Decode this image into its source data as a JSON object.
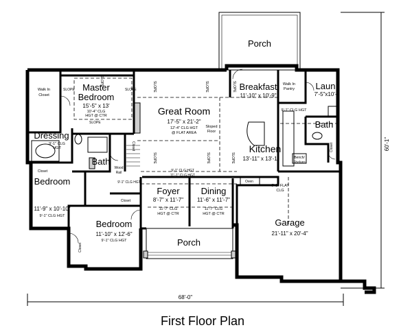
{
  "title": "First Floor Plan",
  "overall_width": "68'-0\"",
  "overall_depth": "60'-1\"",
  "rooms": {
    "porch_rear": {
      "name": "Porch"
    },
    "breakfast": {
      "name": "Breakfast",
      "size": "11'-10\" x 10'-9\""
    },
    "laundry": {
      "name": "Laun",
      "size": "7'-5\"x10'-"
    },
    "master": {
      "name_1": "Master",
      "name_2": "Bedroom",
      "size": "15'-5\" x 13'",
      "note_1": "10'-4\" CLG",
      "note_2": "HGT @ CTR"
    },
    "great_room": {
      "name": "Great Room",
      "size": "17'-5\" x 21'-2\"",
      "note_1": "12'-4\" CLG HGT",
      "note_2": "@ FLAT AREA",
      "sloped_1": "Sloped",
      "sloped_2": "Floor"
    },
    "dressing": {
      "name": "Dressing",
      "note_1": "9'-1\" CLG",
      "note_2": "HGT"
    },
    "bath_master": {
      "name": "Bath"
    },
    "bath_laundry": {
      "name": "Bath"
    },
    "kitchen": {
      "name": "Kitchen",
      "size": "13'-11\" x 13'-1\"",
      "note": "9'-1\" CLG HGT"
    },
    "bedroom_2": {
      "name": "Bedroom",
      "size": "11'-9\" x 10'-10\"",
      "note": "9'-1\" CLG HGT"
    },
    "bedroom_3": {
      "name": "Bedroom",
      "size": "11'-10\" x 12'-6\"",
      "note": "9'-1\" CLG HGT"
    },
    "foyer": {
      "name": "Foyer",
      "size": "8'-7\" x 11'-7\"",
      "note_1": "11'-7\" CLG",
      "note_2": "HGT @ CTR"
    },
    "dining": {
      "name": "Dining",
      "size": "11'-6\" x 11'-7\"",
      "note_1": "11'-7\" CLG",
      "note_2": "HGT @ CTR"
    },
    "garage": {
      "name": "Garage",
      "size": "21'-11\" x 20'-4\"",
      "note_1": "9'-1\" FLAT",
      "note_2": "CLG"
    },
    "porch_front": {
      "name": "Porch"
    }
  },
  "labels": {
    "walk_in_closet_1": "Walk In",
    "walk_in_closet_2": "Closet",
    "walk_in_pantry_1": "Walk In",
    "walk_in_pantry_2": "Pantry",
    "closet": "Closet",
    "slope": "SLOPE",
    "wood_rail_1": "Wood",
    "wood_rail_2": "Rail",
    "bench_1": "Bench/",
    "bench_2": "Shelves",
    "oven": "Oven",
    "hall_clg_1": "9'-1\" CLG HGT",
    "hall_clg_2": "11'-1\" CLG HGT",
    "hall_clg_3": "9'-1\" CLG HGT"
  }
}
